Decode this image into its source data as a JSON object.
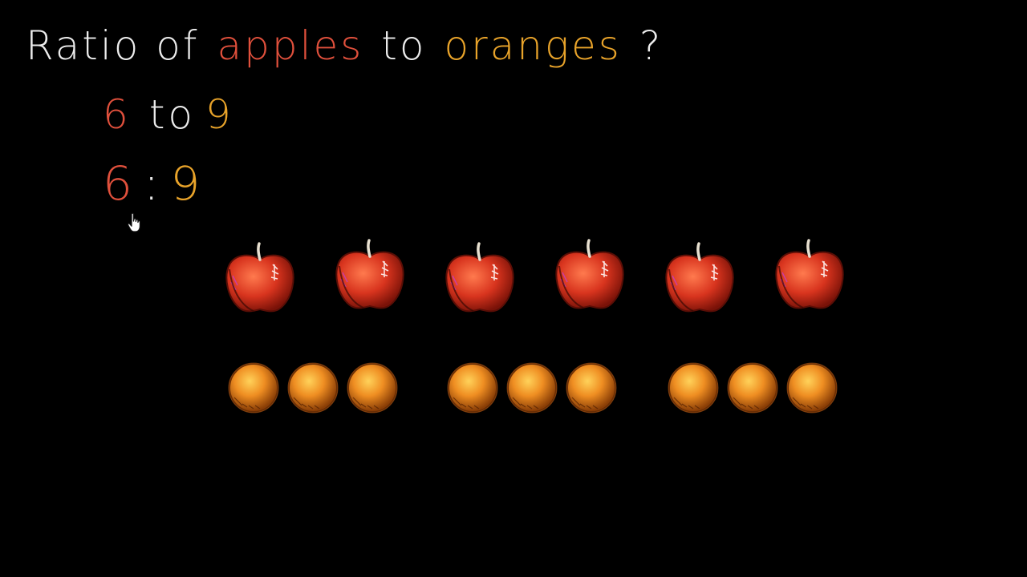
{
  "title": {
    "part1": "Ratio of",
    "apples_word": "apples",
    "part2": "to",
    "oranges_word": "oranges",
    "mark": "?"
  },
  "expression1": {
    "left": "6",
    "connector": "to",
    "right": "9"
  },
  "expression2": {
    "left": "6",
    "colon": ":",
    "right": "9"
  },
  "colors": {
    "text": "#ECECEC",
    "apple_accent": "#E0503C",
    "orange_accent": "#E8A32A",
    "apple_body": "#D8341E",
    "orange_body": "#EF8E22"
  },
  "fruits": {
    "apple_count": 6,
    "orange_count": 9,
    "orange_group_size": 3,
    "apple_icon": "apple-icon",
    "orange_icon": "orange-icon"
  },
  "cursor": "hand-pointer-icon"
}
